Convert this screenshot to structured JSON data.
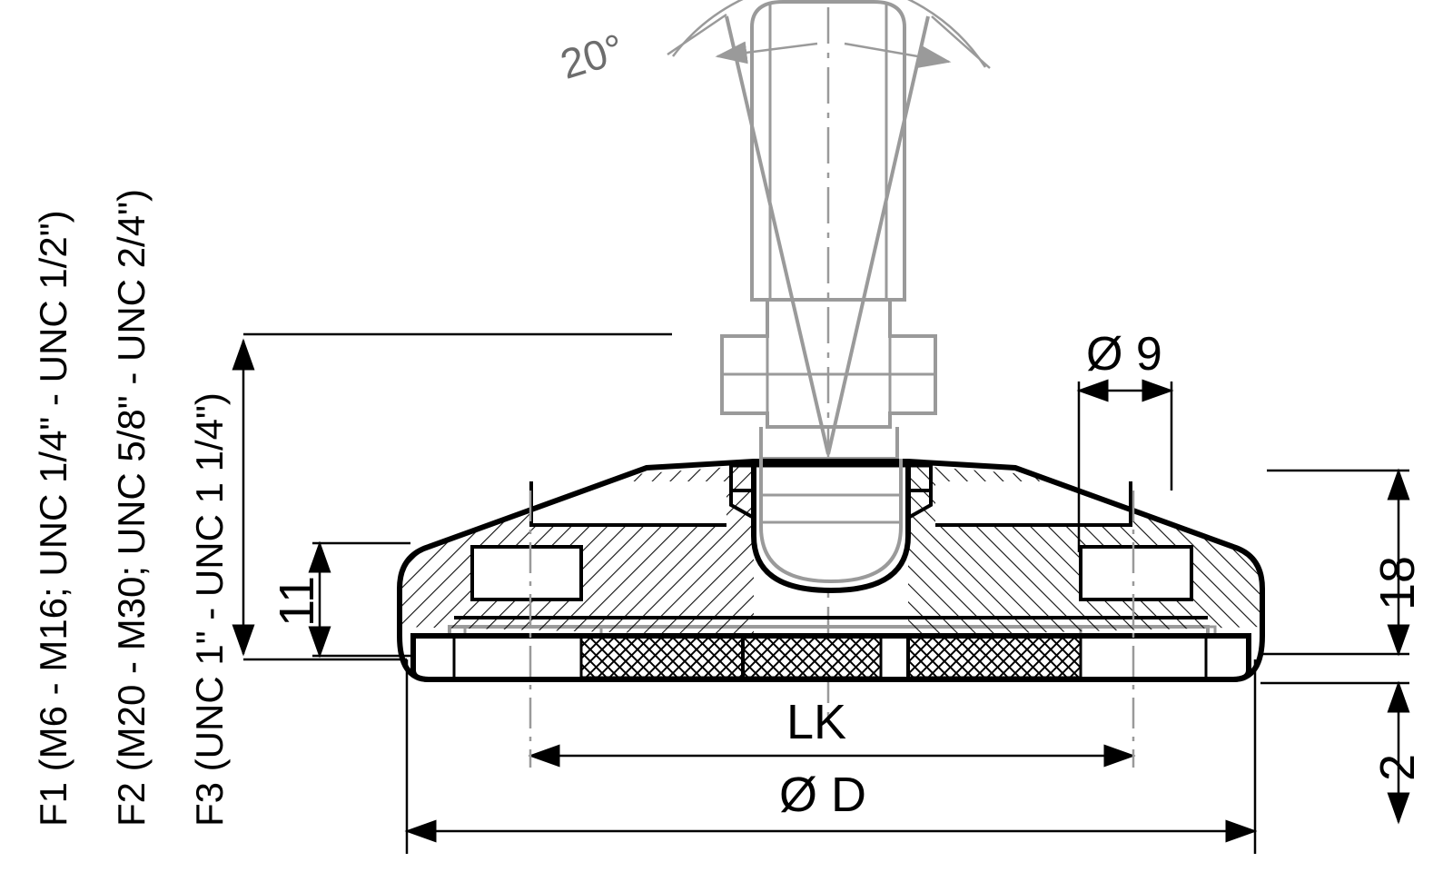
{
  "drawing": {
    "title": "Leveling foot cross-section technical drawing",
    "type": "engineering-cross-section",
    "colors": {
      "outline": "#000000",
      "hidden_part": "#9a9a9a",
      "hatch": "#000000",
      "background": "#ffffff"
    }
  },
  "labels": {
    "angle": "20°",
    "hole_diameter": "Ø 9",
    "height_left": "11",
    "height_right": "18",
    "plate_thickness": "2",
    "bolt_circle": "LK",
    "base_diameter": "Ø D"
  },
  "legend": {
    "lines": [
      "F1 (M6 - M16; UNC 1/4\" - UNC 1/2\")",
      "F2 (M20 - M30; UNC 5/8\" - UNC 2/4\")",
      "F3 (UNC 1\" - UNC 1 1/4\")"
    ]
  }
}
